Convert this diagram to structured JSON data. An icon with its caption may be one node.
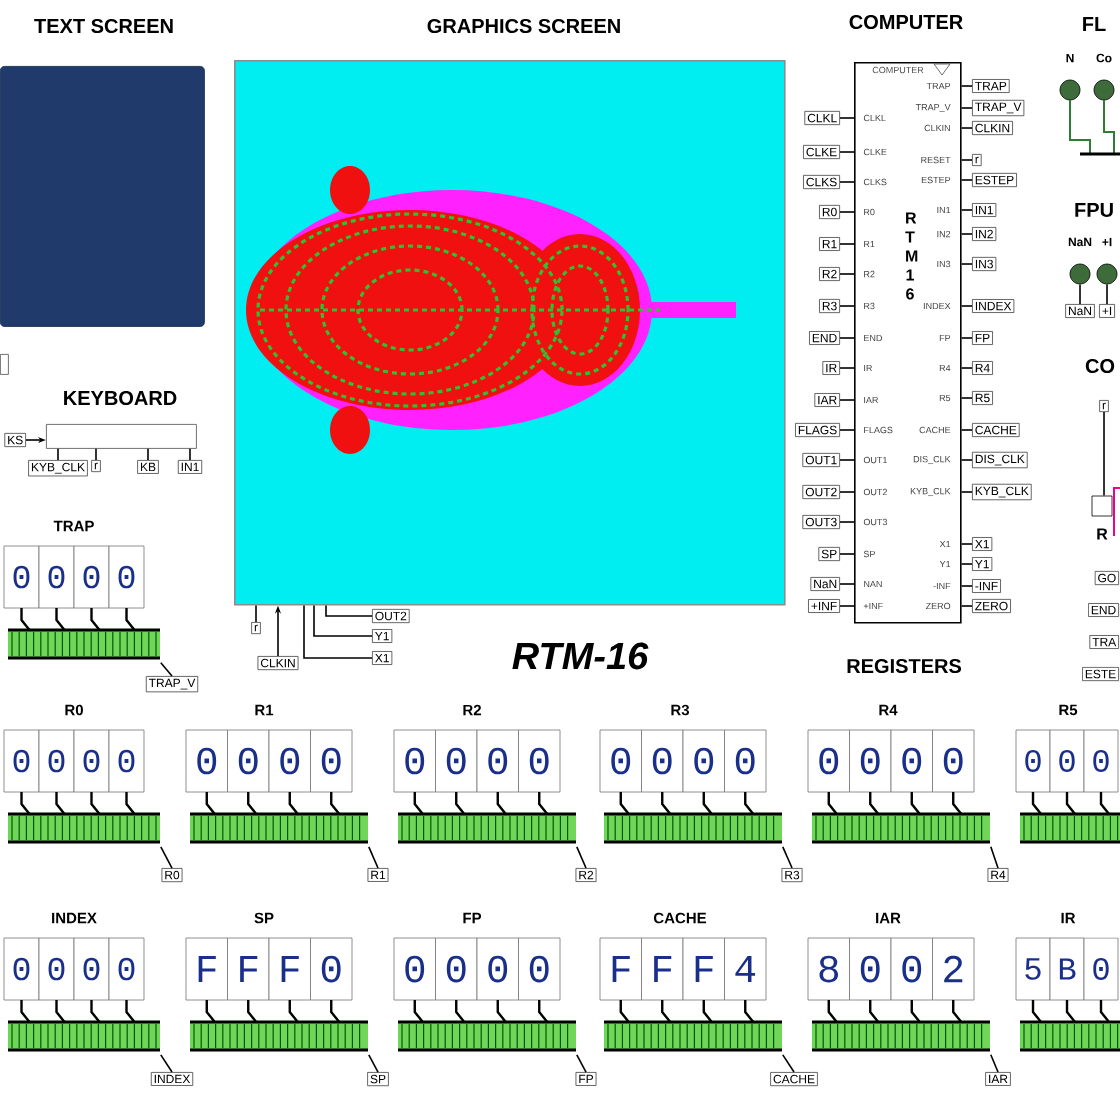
{
  "diagram": {
    "title": "RTM-16",
    "nodes": [
      {
        "text": [
          "TEXT SCREEN"
        ]
      },
      {
        "text": [
          "GRAPHICS SCREEN"
        ]
      },
      {
        "text": [
          "COMPUTER",
          "COMPUTER",
          "R T M 1 6",
          "CLKL",
          "CLKE",
          "CLKS",
          "R0",
          "R1",
          "R2",
          "R3",
          "END",
          "IR",
          "IAR",
          "FLAGS",
          "OUT1",
          "OUT2",
          "OUT3",
          "SP",
          "NAN",
          "+INF",
          "TRAP",
          "TRAP_V",
          "CLKIN",
          "RESET",
          "ESTEP",
          "IN1",
          "IN2",
          "IN3",
          "INDEX",
          "FP",
          "R4",
          "R5",
          "CACHE",
          "DIS_CLK",
          "KYB_CLK",
          "X1",
          "Y1",
          "-INF",
          "ZERO"
        ]
      },
      {
        "text": [
          "CLKL"
        ]
      },
      {
        "text": [
          "CLKE"
        ]
      },
      {
        "text": [
          "CLKS"
        ]
      },
      {
        "text": [
          "R0"
        ]
      },
      {
        "text": [
          "R1"
        ]
      },
      {
        "text": [
          "R2"
        ]
      },
      {
        "text": [
          "R3"
        ]
      },
      {
        "text": [
          "END"
        ]
      },
      {
        "text": [
          "IR"
        ]
      },
      {
        "text": [
          "IAR"
        ]
      },
      {
        "text": [
          "FLAGS"
        ]
      },
      {
        "text": [
          "OUT1"
        ]
      },
      {
        "text": [
          "OUT2"
        ]
      },
      {
        "text": [
          "OUT3"
        ]
      },
      {
        "text": [
          "SP"
        ]
      },
      {
        "text": [
          "NaN"
        ]
      },
      {
        "text": [
          "+INF"
        ]
      },
      {
        "text": [
          "TRAP"
        ]
      },
      {
        "text": [
          "TRAP_V"
        ]
      },
      {
        "text": [
          "CLKIN"
        ]
      },
      {
        "text": [
          "r"
        ]
      },
      {
        "text": [
          "ESTEP"
        ]
      },
      {
        "text": [
          "IN1"
        ]
      },
      {
        "text": [
          "IN2"
        ]
      },
      {
        "text": [
          "IN3"
        ]
      },
      {
        "text": [
          "INDEX"
        ]
      },
      {
        "text": [
          "FP"
        ]
      },
      {
        "text": [
          "R4"
        ]
      },
      {
        "text": [
          "R5"
        ]
      },
      {
        "text": [
          "CACHE"
        ]
      },
      {
        "text": [
          "DIS_CLK"
        ]
      },
      {
        "text": [
          "KYB_CLK"
        ]
      },
      {
        "text": [
          "X1"
        ]
      },
      {
        "text": [
          "Y1"
        ]
      },
      {
        "text": [
          "-INF"
        ]
      },
      {
        "text": [
          "ZERO"
        ]
      },
      {
        "text": [
          "N"
        ]
      },
      {
        "text": [
          "Co"
        ]
      },
      {
        "text": [
          "NaN"
        ]
      },
      {
        "text": [
          "+I"
        ]
      },
      {
        "text": [
          "NaN"
        ]
      },
      {
        "text": [
          "+I"
        ]
      },
      {
        "text": [
          "r"
        ]
      },
      {
        "text": [
          "R"
        ]
      },
      {
        "text": [
          "GO"
        ]
      },
      {
        "text": [
          "END"
        ]
      },
      {
        "text": [
          "TRA"
        ]
      },
      {
        "text": [
          "ESTE"
        ]
      },
      {
        "text": [],
        "shape": "box"
      },
      {
        "text": [
          "KEYBOARD"
        ]
      },
      {
        "text": [
          "KS"
        ]
      },
      {
        "text": [
          "KYB_CLK"
        ]
      },
      {
        "text": [
          "r"
        ]
      },
      {
        "text": [
          "KB"
        ]
      },
      {
        "text": [
          "IN1"
        ]
      },
      {
        "text": [
          "TRAP",
          "0",
          "0",
          "0",
          "0"
        ]
      },
      {
        "text": [
          "TRAP_V"
        ]
      },
      {
        "text": [
          "r"
        ]
      },
      {
        "text": [
          "CLKIN"
        ]
      },
      {
        "text": [
          "OUT2"
        ]
      },
      {
        "text": [
          "Y1"
        ]
      },
      {
        "text": [
          "X1"
        ]
      },
      {
        "text": [
          "R0",
          "0",
          "0",
          "0",
          "0"
        ]
      },
      {
        "text": [
          "R0"
        ]
      },
      {
        "text": [
          "R1",
          "0",
          "0",
          "0",
          "0"
        ]
      },
      {
        "text": [
          "R1"
        ]
      },
      {
        "text": [
          "R2",
          "0",
          "0",
          "0",
          "0"
        ]
      },
      {
        "text": [
          "R2"
        ]
      },
      {
        "text": [
          "R3",
          "0",
          "0",
          "0",
          "0"
        ]
      },
      {
        "text": [
          "R3"
        ]
      },
      {
        "text": [
          "R4",
          "0",
          "0",
          "0",
          "0"
        ]
      },
      {
        "text": [
          "R4"
        ]
      },
      {
        "text": [
          "R5",
          "0",
          "0",
          "0"
        ]
      },
      {
        "text": [
          "INDEX",
          "0",
          "0",
          "0",
          "0"
        ]
      },
      {
        "text": [
          "INDEX"
        ]
      },
      {
        "text": [
          "SP",
          "F",
          "F",
          "F",
          "0"
        ]
      },
      {
        "text": [
          "SP"
        ]
      },
      {
        "text": [
          "FP",
          "0",
          "0",
          "0",
          "0"
        ]
      },
      {
        "text": [
          "FP"
        ]
      },
      {
        "text": [
          "CACHE",
          "F",
          "F",
          "F",
          "4"
        ]
      },
      {
        "text": [
          "CACHE"
        ]
      },
      {
        "text": [
          "IAR",
          "8",
          "0",
          "0",
          "2"
        ]
      },
      {
        "text": [
          "IAR"
        ]
      },
      {
        "text": [
          "IR",
          "5",
          "B",
          "0"
        ]
      }
    ],
    "edges": [
      {
        "from": 3,
        "to": 2,
        "arrow": "none"
      },
      {
        "from": 4,
        "to": 2,
        "arrow": "none"
      },
      {
        "from": 5,
        "to": 2,
        "arrow": "none"
      },
      {
        "from": 6,
        "to": 2,
        "arrow": "none"
      },
      {
        "from": 7,
        "to": 2,
        "arrow": "none"
      },
      {
        "from": 8,
        "to": 2,
        "arrow": "none"
      },
      {
        "from": 9,
        "to": 2,
        "arrow": "none"
      },
      {
        "from": 10,
        "to": 2,
        "arrow": "none"
      },
      {
        "from": 11,
        "to": 2,
        "arrow": "none"
      },
      {
        "from": 12,
        "to": 2,
        "arrow": "none"
      },
      {
        "from": 13,
        "to": 2,
        "arrow": "none"
      },
      {
        "from": 14,
        "to": 2,
        "arrow": "none"
      },
      {
        "from": 15,
        "to": 2,
        "arrow": "none"
      },
      {
        "from": 16,
        "to": 2,
        "arrow": "none"
      },
      {
        "from": 17,
        "to": 2,
        "arrow": "none"
      },
      {
        "from": 18,
        "to": 2,
        "arrow": "none"
      },
      {
        "from": 19,
        "to": 2,
        "arrow": "none"
      },
      {
        "from": 20,
        "to": 2,
        "arrow": "none"
      },
      {
        "from": 21,
        "to": 2,
        "arrow": "none"
      },
      {
        "from": 22,
        "to": 2,
        "arrow": "none"
      },
      {
        "from": 23,
        "to": 2,
        "arrow": "none"
      },
      {
        "from": 24,
        "to": 2,
        "arrow": "none"
      },
      {
        "from": 25,
        "to": 2,
        "arrow": "none"
      },
      {
        "from": 26,
        "to": 2,
        "arrow": "none"
      },
      {
        "from": 27,
        "to": 2,
        "arrow": "none"
      },
      {
        "from": 28,
        "to": 2,
        "arrow": "none"
      },
      {
        "from": 29,
        "to": 2,
        "arrow": "none"
      },
      {
        "from": 30,
        "to": 2,
        "arrow": "none"
      },
      {
        "from": 31,
        "to": 2,
        "arrow": "none"
      },
      {
        "from": 32,
        "to": 2,
        "arrow": "none"
      },
      {
        "from": 33,
        "to": 2,
        "arrow": "none"
      },
      {
        "from": 34,
        "to": 2,
        "arrow": "none"
      },
      {
        "from": 35,
        "to": 2,
        "arrow": "none"
      },
      {
        "from": 36,
        "to": 2,
        "arrow": "none"
      },
      {
        "from": 37,
        "to": 2,
        "arrow": "none"
      },
      {
        "from": 38,
        "to": 2,
        "arrow": "none"
      },
      {
        "from": 41,
        "to": 43,
        "arrow": "none"
      },
      {
        "from": 42,
        "to": 44,
        "arrow": "none"
      },
      {
        "from": 45,
        "to": 46,
        "arrow": "none"
      },
      {
        "from": 53,
        "to": 52,
        "arrow": "to"
      },
      {
        "from": 54,
        "to": 52,
        "arrow": "none"
      },
      {
        "from": 55,
        "to": 52,
        "arrow": "none"
      },
      {
        "from": 56,
        "to": 52,
        "arrow": "none"
      },
      {
        "from": 57,
        "to": 52,
        "arrow": "none"
      },
      {
        "from": 58,
        "to": 59,
        "arrow": "none"
      },
      {
        "from": 60,
        "to": 1,
        "arrow": "none"
      },
      {
        "from": 61,
        "to": 1,
        "arrow": "to"
      },
      {
        "from": 62,
        "to": 1,
        "arrow": "none"
      },
      {
        "from": 63,
        "to": 1,
        "arrow": "none"
      },
      {
        "from": 64,
        "to": 1,
        "arrow": "none"
      },
      {
        "from": 65,
        "to": 66,
        "arrow": "none"
      },
      {
        "from": 67,
        "to": 68,
        "arrow": "none"
      },
      {
        "from": 69,
        "to": 70,
        "arrow": "none"
      },
      {
        "from": 71,
        "to": 72,
        "arrow": "none"
      },
      {
        "from": 73,
        "to": 74,
        "arrow": "none"
      },
      {
        "from": 76,
        "to": 77,
        "arrow": "none"
      },
      {
        "from": 78,
        "to": 79,
        "arrow": "none"
      },
      {
        "from": 80,
        "to": 81,
        "arrow": "none"
      },
      {
        "from": 82,
        "to": 83,
        "arrow": "none"
      },
      {
        "from": 84,
        "to": 85,
        "arrow": "none"
      }
    ],
    "labels": [
      "REGISTERS",
      "FL",
      "FPU",
      "CO"
    ]
  }
}
